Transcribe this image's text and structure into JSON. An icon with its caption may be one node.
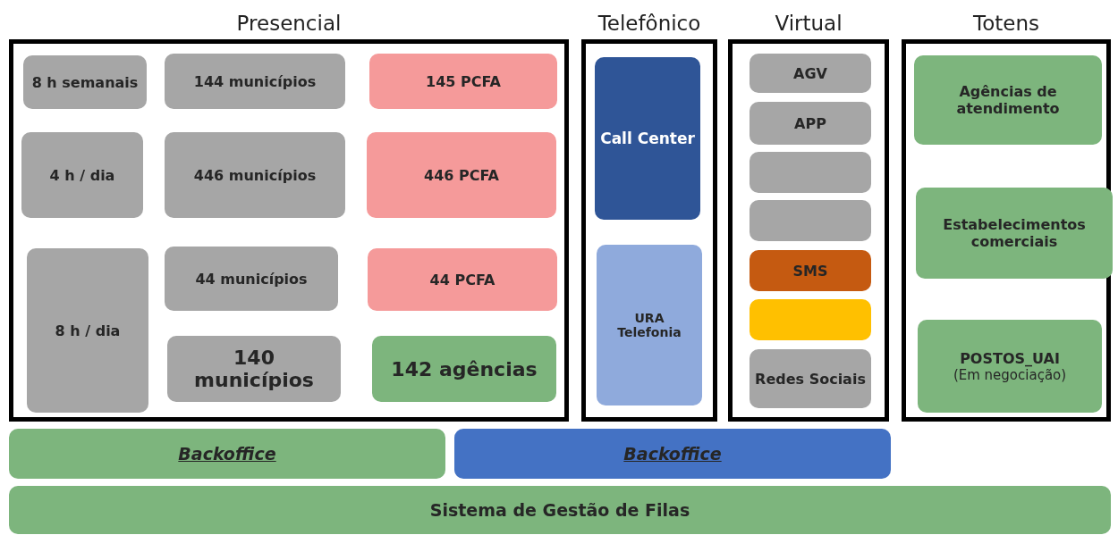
{
  "diagram": {
    "nodes": [
      {
        "text": [
          "Presencial"
        ]
      },
      {
        "text": [
          "8 h semanais"
        ],
        "in": 0
      },
      {
        "text": [
          "144 municípios"
        ],
        "in": 0
      },
      {
        "text": [
          "145 PCFA"
        ],
        "in": 0
      },
      {
        "text": [
          "4 h / dia"
        ],
        "in": 0
      },
      {
        "text": [
          "446 municípios"
        ],
        "in": 0
      },
      {
        "text": [
          "446 PCFA"
        ],
        "in": 0
      },
      {
        "text": [
          "8 h / dia"
        ],
        "in": 0
      },
      {
        "text": [
          "44 municípios"
        ],
        "in": 0
      },
      {
        "text": [
          "44 PCFA"
        ],
        "in": 0
      },
      {
        "text": [
          "140 municípios"
        ],
        "in": 0
      },
      {
        "text": [
          "142 agências"
        ],
        "in": 0
      },
      {
        "text": [
          "Telefônico"
        ]
      },
      {
        "text": [
          "Call Center"
        ],
        "in": 12
      },
      {
        "text": [
          "URA Telefonia"
        ],
        "in": 12
      },
      {
        "text": [
          "Virtual"
        ]
      },
      {
        "text": [
          "AGV"
        ],
        "in": 15
      },
      {
        "text": [
          "APP"
        ],
        "in": 15
      },
      {
        "text": [],
        "shape": "box",
        "in": 15
      },
      {
        "text": [],
        "shape": "box",
        "in": 15
      },
      {
        "text": [
          "SMS"
        ],
        "in": 15
      },
      {
        "text": [],
        "shape": "box",
        "in": 15
      },
      {
        "text": [
          "Redes Sociais"
        ],
        "in": 15
      },
      {
        "text": [
          "Totens"
        ]
      },
      {
        "text": [
          "Agências de atendimento"
        ],
        "in": 23
      },
      {
        "text": [
          "Estabelecimentos comerciais"
        ],
        "in": 23
      },
      {
        "text": [
          "POSTOS_UAI",
          "(Em negociação)"
        ],
        "in": 23
      },
      {
        "text": [
          "Backoffice"
        ]
      },
      {
        "text": [
          "Backoffice"
        ]
      },
      {
        "text": [
          "Sistema de Gestão de Filas"
        ]
      }
    ],
    "edges": []
  }
}
